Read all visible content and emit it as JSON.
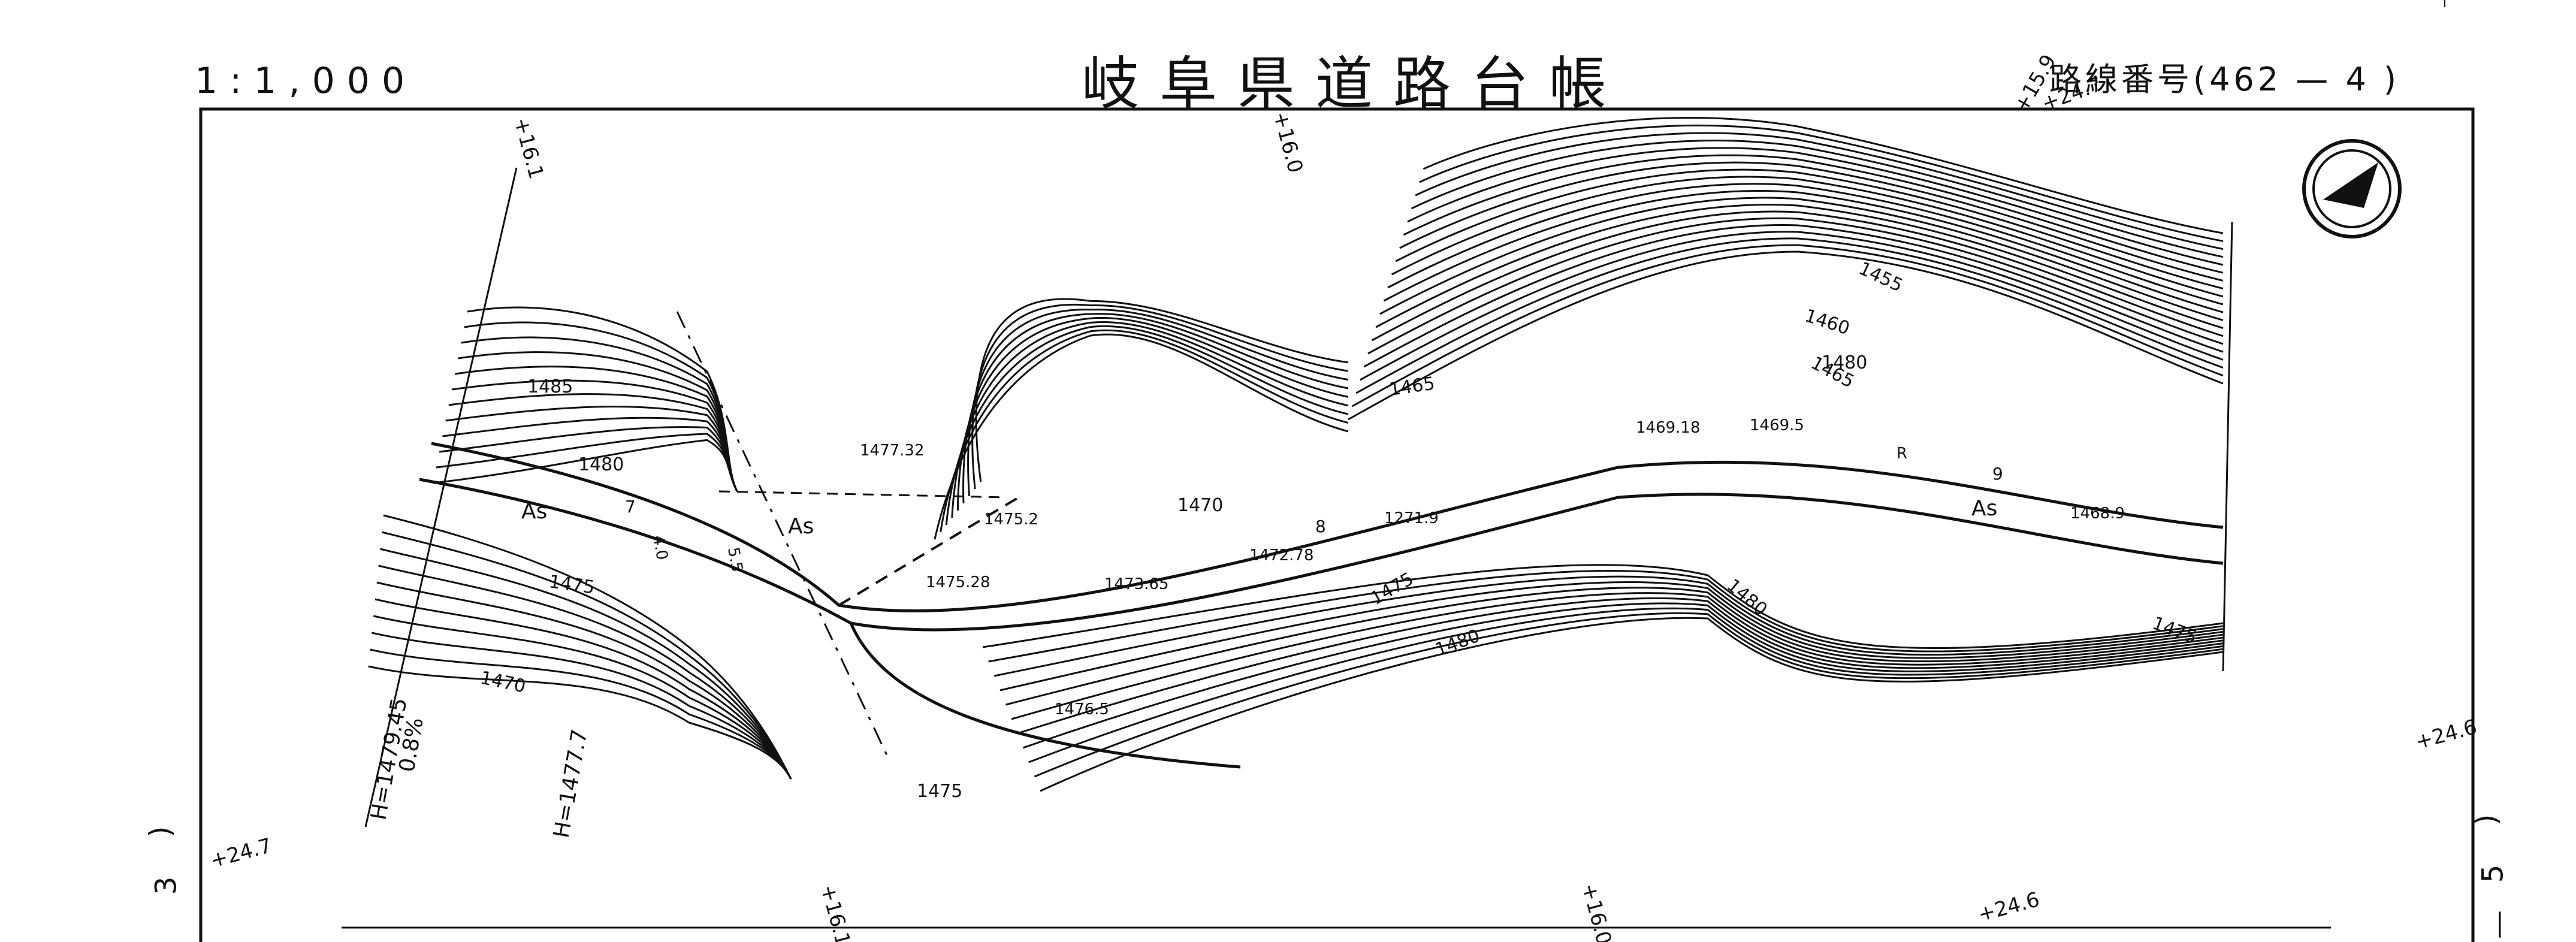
{
  "header": {
    "scale": "1:1,000",
    "title": "岐阜県道路台帳",
    "route": "路線番号(462 — 4 )"
  },
  "margin": {
    "left_marks": [
      "3",
      ")"
    ],
    "right_marks": [
      ")",
      "5",
      "—"
    ]
  },
  "map_labels": {
    "contours": [
      "1485",
      "1480",
      "1475",
      "1470",
      "1475",
      "1470",
      "1465",
      "1460",
      "1455",
      "1465",
      "1475",
      "1480",
      "1480",
      "1475",
      "1480"
    ],
    "spot_heights": [
      "1477.32",
      "1475.2",
      "1475.28",
      "1473.65",
      "1472.78",
      "1271.9",
      "1469.18",
      "1469.5",
      "1468.9",
      "1476.5"
    ],
    "stations": [
      "+16.1",
      "+16.0",
      "+15.9",
      "+24.7",
      "+24.6",
      "+24.7",
      "+16.1",
      "+16.0",
      "+24.6"
    ],
    "section_numbers": [
      "7",
      "8",
      "9"
    ],
    "pavement": [
      "As",
      "As",
      "As"
    ],
    "marks": [
      "R",
      "5.5",
      "4.0"
    ],
    "elevation_notes": [
      "H=1479.45",
      "0.8%",
      "H=1477.7"
    ]
  },
  "colors": {
    "ink": "#111111",
    "paper": "#ffffff"
  }
}
